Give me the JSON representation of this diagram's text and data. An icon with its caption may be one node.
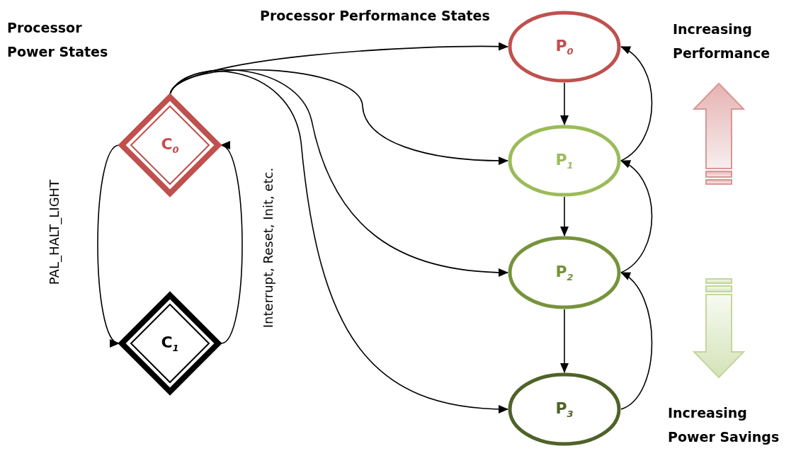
{
  "diagram": {
    "nodes": [
      {
        "text": [
          "C$_{0}$"
        ]
      },
      {
        "text": [
          "C$_{1}$"
        ]
      },
      {
        "text": [
          "P$_{0}$"
        ]
      },
      {
        "text": [
          "P$_{1}$"
        ]
      },
      {
        "text": [
          "P$_{2}$"
        ]
      },
      {
        "text": [
          "P$_{3}$"
        ]
      }
    ],
    "edges": [
      {
        "from": 0,
        "to": 1,
        "arrow": "to",
        "label": "PAL_HALT_LIGHT"
      },
      {
        "from": 1,
        "to": 0,
        "arrow": "to",
        "label": "Interrupt, Reset, Init, etc."
      },
      {
        "from": 0,
        "to": 2,
        "arrow": "to"
      },
      {
        "from": 0,
        "to": 3,
        "arrow": "to"
      },
      {
        "from": 0,
        "to": 4,
        "arrow": "to"
      },
      {
        "from": 0,
        "to": 5,
        "arrow": "to"
      },
      {
        "from": 2,
        "to": 3,
        "arrow": "to"
      },
      {
        "from": 3,
        "to": 4,
        "arrow": "to"
      },
      {
        "from": 4,
        "to": 5,
        "arrow": "to"
      },
      {
        "from": 3,
        "to": 2,
        "arrow": "to"
      },
      {
        "from": 4,
        "to": 3,
        "arrow": "to"
      },
      {
        "from": 5,
        "to": 4,
        "arrow": "to"
      }
    ],
    "labels": [
      "Processor Power States",
      "Processor Performance States",
      "Increasing Performance",
      "Increasing Power Savings"
    ]
  }
}
